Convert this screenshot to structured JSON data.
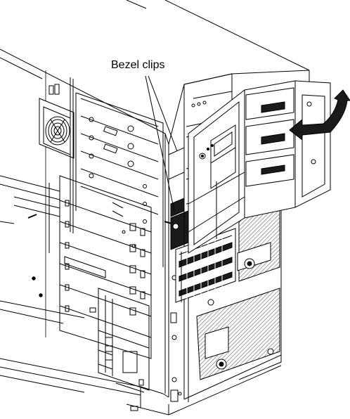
{
  "diagram": {
    "callout_label": "Bezel clips",
    "colors": {
      "line": "#000000",
      "background": "#ffffff",
      "shadow": "#1a1a1a",
      "hatch": "#6e6e6e",
      "arrow": "#000000"
    },
    "icons": [
      "server-chassis",
      "fan",
      "drive-bay",
      "bezel-frame",
      "rotation-arrow"
    ]
  }
}
